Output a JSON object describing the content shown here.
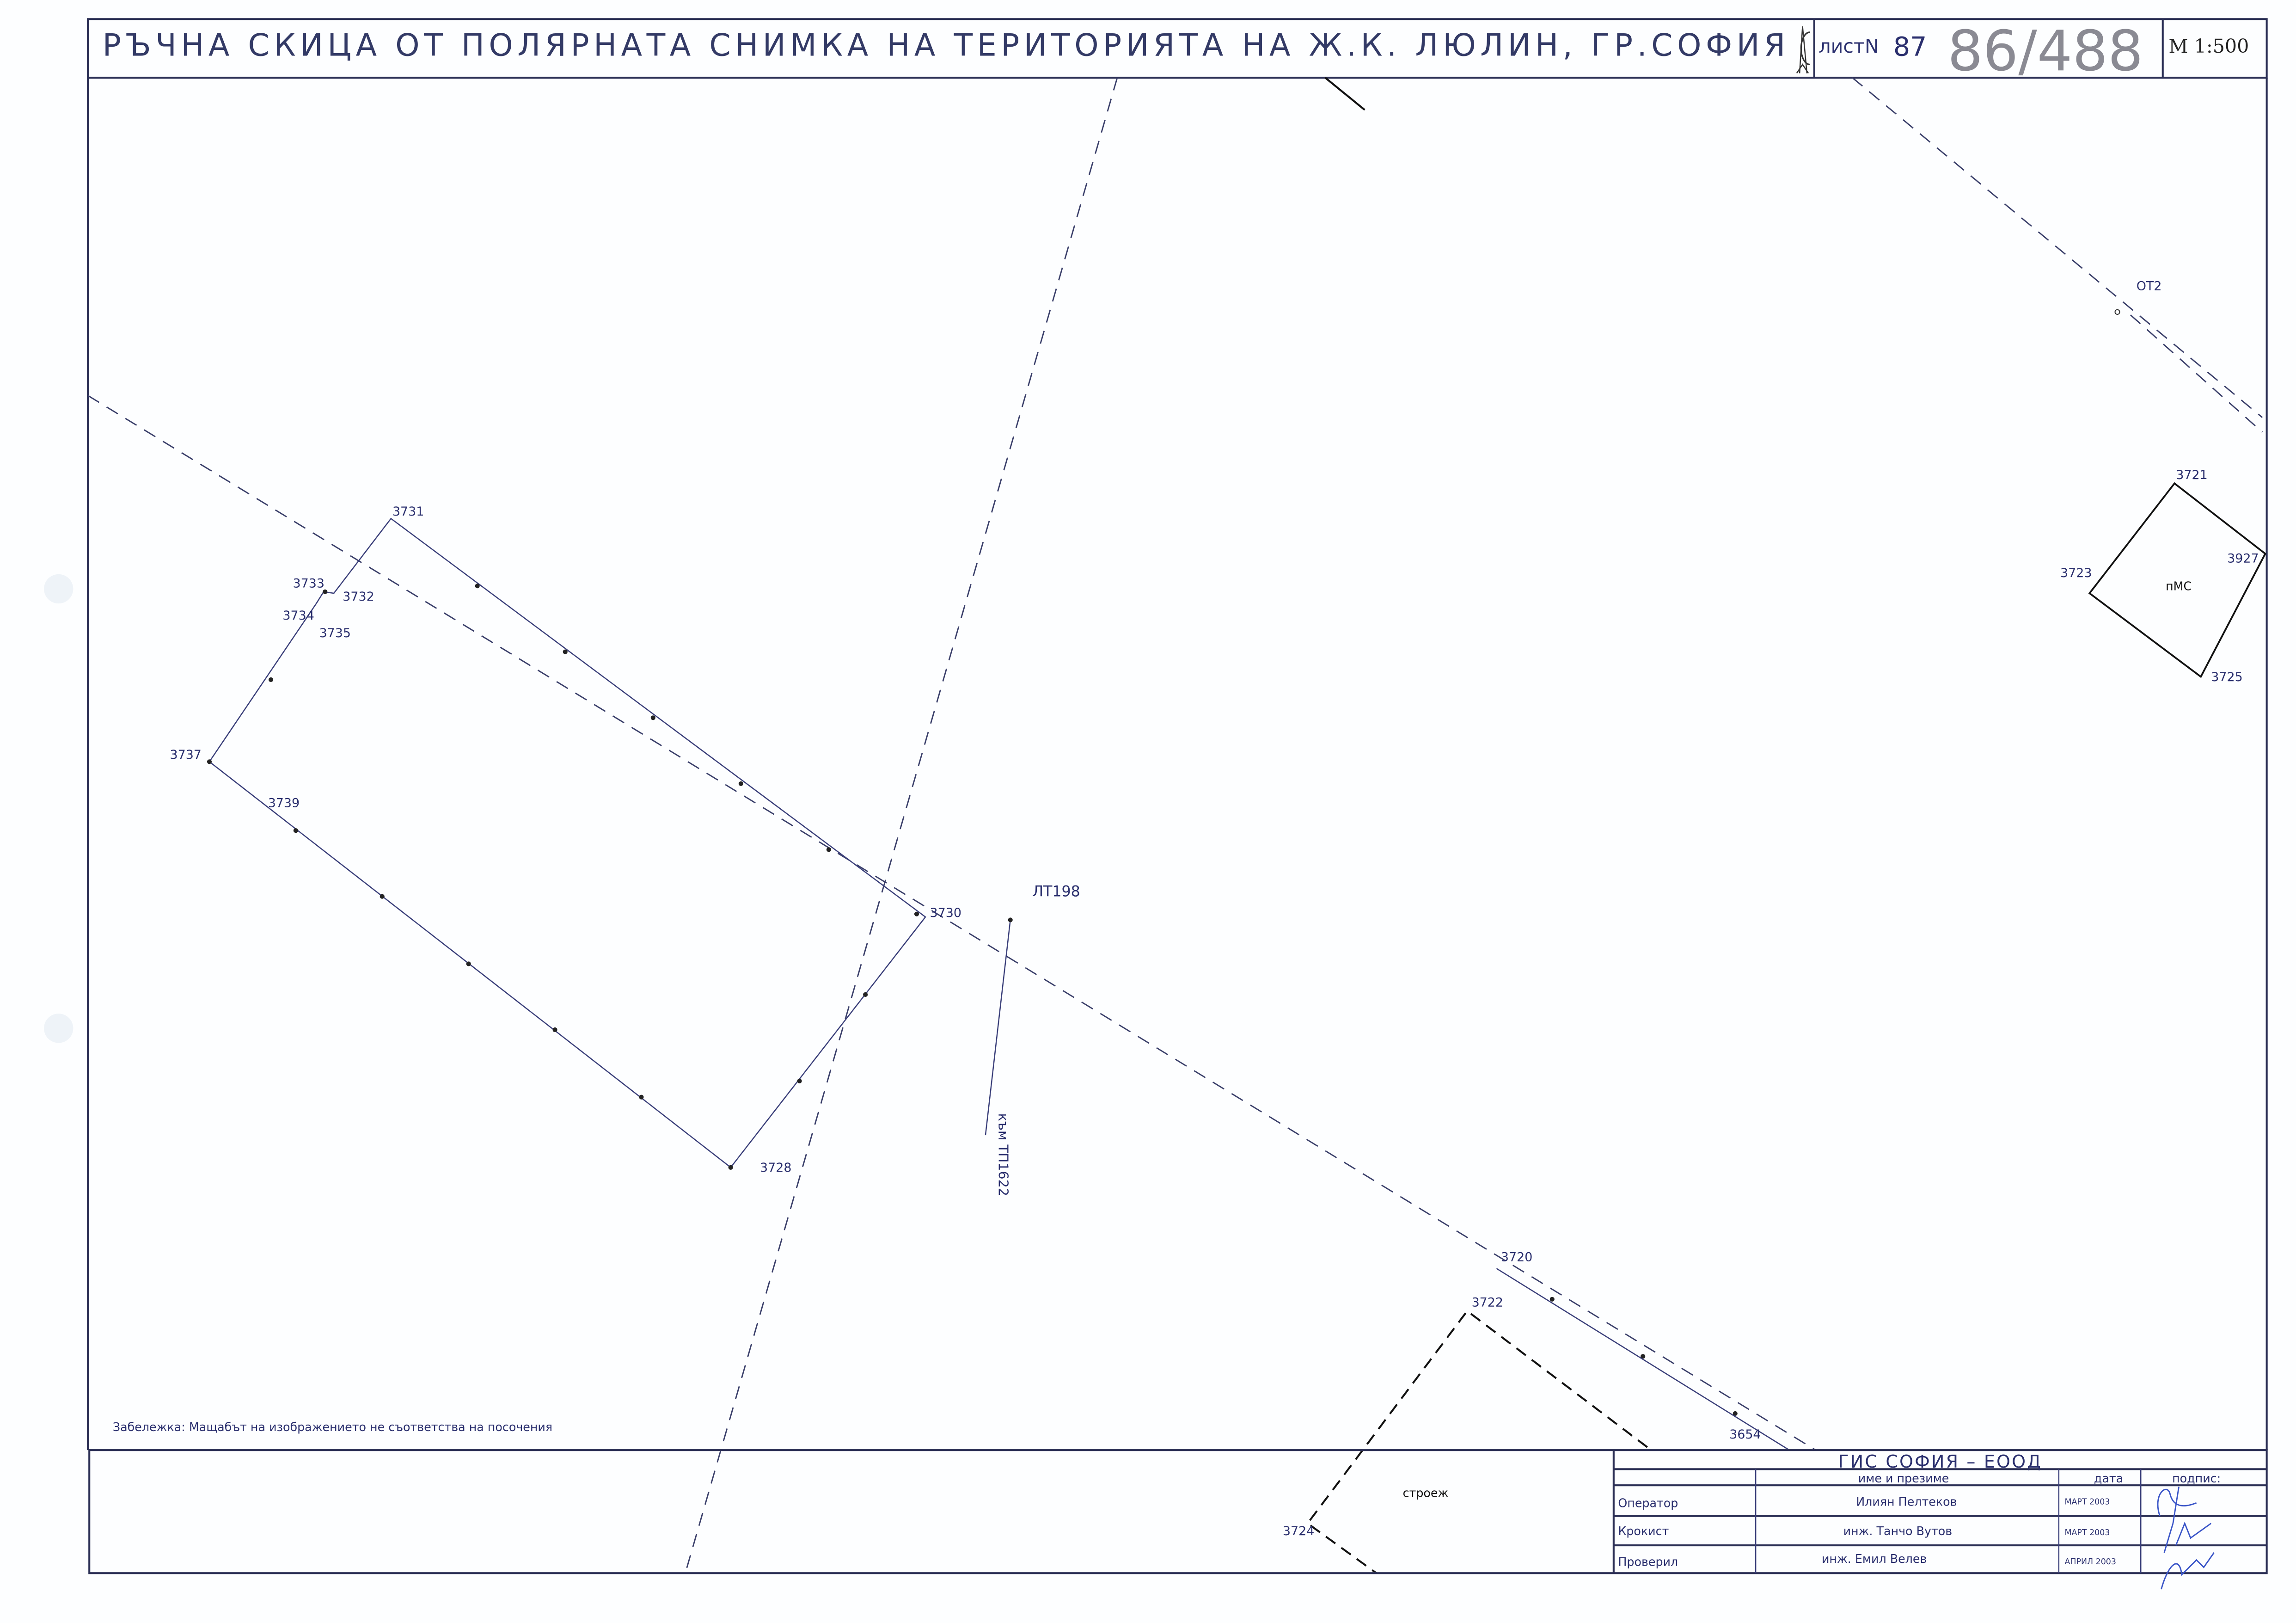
{
  "title": "РЪЧНА СКИЦА ОТ ПОЛЯРНАТА СНИМКА НА ТЕРИТОРИЯТА НА Ж.К. ЛЮЛИН, ГР.СОФИЯ",
  "sheet": {
    "label": "листN",
    "number": "87",
    "handwritten": "86/488",
    "scale": "М 1:500"
  },
  "points": {
    "p3731": "3731",
    "p3733": "3733",
    "p3732": "3732",
    "p3734": "3734",
    "p3735": "3735",
    "p3737": "3737",
    "p3739": "3739",
    "p3730": "3730",
    "p3728": "3728",
    "lt198": "ЛТ198",
    "ot2": "ОТ2",
    "p3721": "3721",
    "p3927": "3927",
    "p3723": "3723",
    "p3725": "3725",
    "p3720": "3720",
    "p3722": "3722",
    "p3654": "3654",
    "p3724": "3724"
  },
  "labels": {
    "nmc": "пМС",
    "to_tp": "към ТП1622",
    "construction": "строеж"
  },
  "note": "Забележка: Мащабът на изображението не съответства на посочения",
  "footer": {
    "company": "ГИС  СОФИЯ – ЕООД",
    "headers": {
      "name": "име и презиме",
      "date": "дата",
      "signature": "подпис:"
    },
    "rows": [
      {
        "role": "Оператор",
        "name": "Илиян Пелтеков",
        "date": "МАРТ 2003"
      },
      {
        "role": "Крокист",
        "name": "инж. Танчо Вутов",
        "date": "МАРТ 2003"
      },
      {
        "role": "Проверил",
        "name": "инж. Емил Велев",
        "date": "АПРИЛ 2003"
      }
    ]
  }
}
